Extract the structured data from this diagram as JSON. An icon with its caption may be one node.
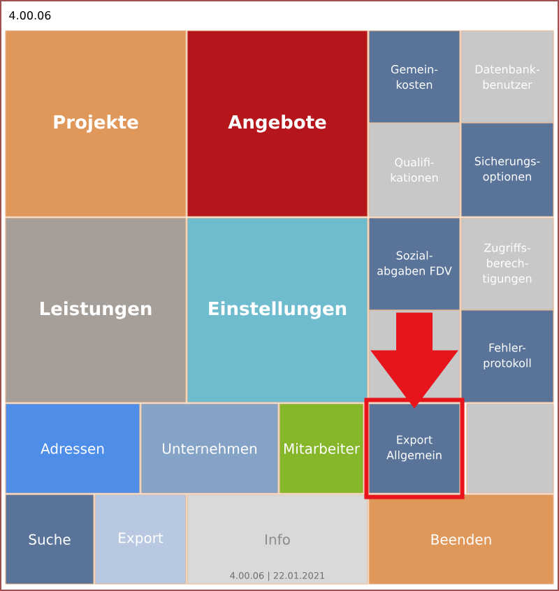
{
  "diagram": {
    "title": "4.00.06",
    "nodes": [
      {
        "text": [
          "Projekte"
        ]
      },
      {
        "text": [
          "Angebote"
        ]
      },
      {
        "text": [
          "Gemein- kosten"
        ]
      },
      {
        "text": [
          "Datenbank- benutzer"
        ]
      },
      {
        "text": [
          "Qualifi- kationen"
        ]
      },
      {
        "text": [
          "Sicherungs- optionen"
        ]
      },
      {
        "text": [
          "Leistungen"
        ]
      },
      {
        "text": [
          "Einstellungen"
        ]
      },
      {
        "text": [
          "Sozial- abgaben FDV"
        ]
      },
      {
        "text": [
          "Zugriffs- berech- tigungen"
        ]
      },
      {
        "text": [],
        "shape": "box"
      },
      {
        "text": [
          "Fehler- protokoll"
        ]
      },
      {
        "text": [
          "Adressen"
        ]
      },
      {
        "text": [
          "Unternehmen"
        ]
      },
      {
        "text": [
          "Mitarbeiter"
        ]
      },
      {
        "text": [
          "Export Allgemein"
        ]
      },
      {
        "text": [],
        "shape": "box"
      },
      {
        "text": [
          "Suche"
        ]
      },
      {
        "text": [
          "Export"
        ]
      },
      {
        "text": [
          "Info",
          "4.00.06 | 22.01.2021"
        ]
      },
      {
        "text": [
          "Beenden"
        ]
      }
    ],
    "edges": [
      {
        "from": 10,
        "to": 15,
        "arrow": "to",
        "color": "#e8141c"
      }
    ]
  }
}
